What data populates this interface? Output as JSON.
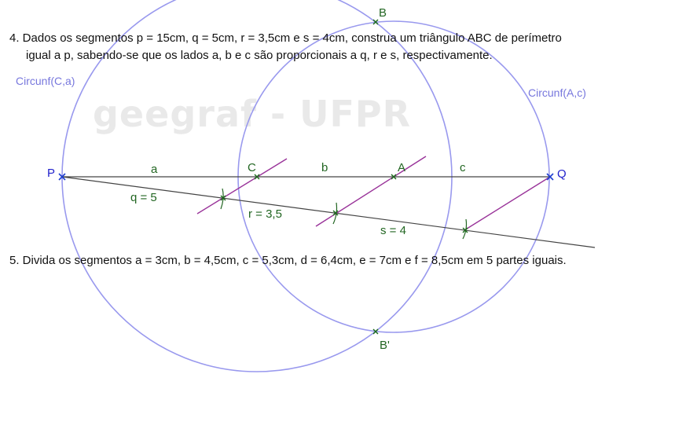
{
  "problem4": {
    "line1": "4. Dados os segmentos p = 15cm, q = 5cm, r = 3,5cm e s = 4cm, construa um triângulo ABC de perímetro",
    "line2": "igual a p, sabendo-se que os lados a, b e c são proporcionais a q, r e s, respectivamente."
  },
  "problem5": {
    "text": "5.  Divida os segmentos a = 3cm, b = 4,5cm, c = 5,3cm, d = 6,4cm, e = 7cm e f = 8,5cm em 5 partes iguais."
  },
  "watermark": "geegraf - UFPR",
  "labels": {
    "circle_c": "Circunf(C,a)",
    "circle_a": "Circunf(A,c)",
    "point_b": "B",
    "point_b_prime": "B'",
    "point_p": "P",
    "point_q": "Q",
    "point_c": "C",
    "point_a": "A",
    "seg_a": "a",
    "seg_b": "b",
    "seg_c": "c",
    "q_val": "q = 5",
    "r_val": "r = 3,5",
    "s_val": "s = 4"
  },
  "colors": {
    "circle": "#9999ee",
    "blue_label": "#2222cc",
    "green_label": "#226622",
    "purple": "#993399",
    "line": "#444444",
    "cross_blue": "#1f3fd0",
    "cross_green": "#1b6b1b"
  }
}
